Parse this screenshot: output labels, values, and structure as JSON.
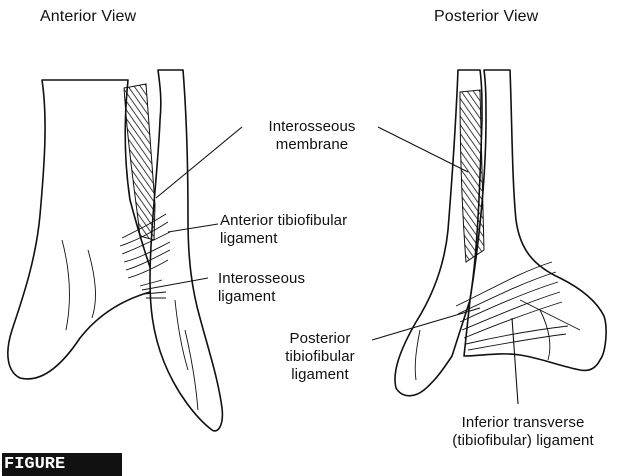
{
  "views": {
    "anterior_title": "Anterior View",
    "posterior_title": "Posterior View"
  },
  "labels": {
    "interosseous_membrane": [
      "Interosseous",
      "membrane"
    ],
    "anterior_tibiofibular_ligament": [
      "Anterior tibiofibular",
      "ligament"
    ],
    "interosseous_ligament": [
      "Interosseous",
      "ligament"
    ],
    "posterior_tibiofibular_ligament": [
      "Posterior",
      "tibiofibular",
      "ligament"
    ],
    "inferior_transverse_ligament": [
      "Inferior transverse",
      "(tibiofibular) ligament"
    ]
  },
  "caption": {
    "text": "FIGURE"
  }
}
